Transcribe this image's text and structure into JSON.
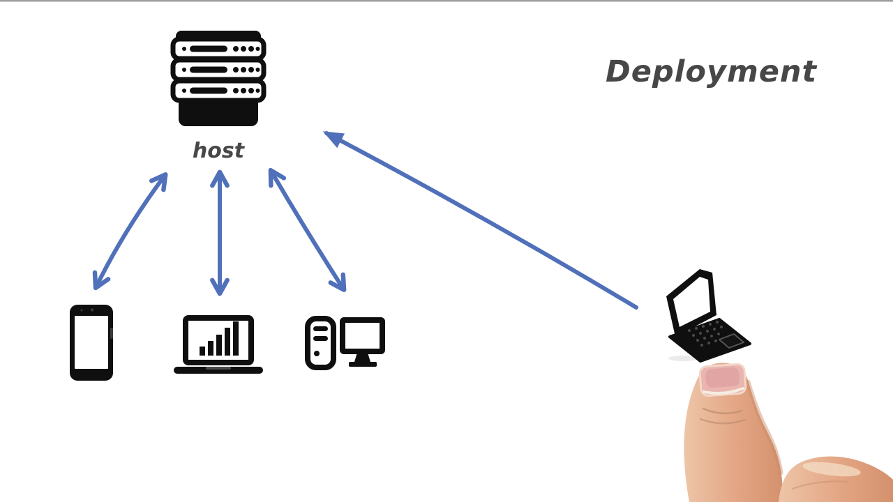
{
  "page": {
    "background": "#ffffff",
    "top_border_color": "#8e8e8e"
  },
  "title": {
    "text": "Deployment",
    "color": "#474747"
  },
  "diagram": {
    "arrow_color": "#5070ba",
    "icon_color": "#0f0f0f",
    "host": {
      "label": "host",
      "icon": "server-rack-icon"
    },
    "clients": [
      {
        "id": "smartphone",
        "icon": "smartphone-icon"
      },
      {
        "id": "laptop",
        "icon": "laptop-bar-chart-icon"
      },
      {
        "id": "desktop",
        "icon": "desktop-computer-icon"
      }
    ],
    "remote_machine": {
      "id": "developer-laptop",
      "icon": "laptop-3d-icon"
    },
    "connections": [
      {
        "name": "host-smartphone",
        "style": "double-headed-arrow"
      },
      {
        "name": "host-laptop",
        "style": "double-headed-arrow"
      },
      {
        "name": "host-desktop",
        "style": "double-headed-arrow"
      },
      {
        "name": "developer-laptop-to-host",
        "style": "single-arrow"
      }
    ]
  },
  "pointer": {
    "icon": "pointing-hand",
    "skin_color": "#e2a583",
    "nail_color": "#e9b5ae"
  }
}
